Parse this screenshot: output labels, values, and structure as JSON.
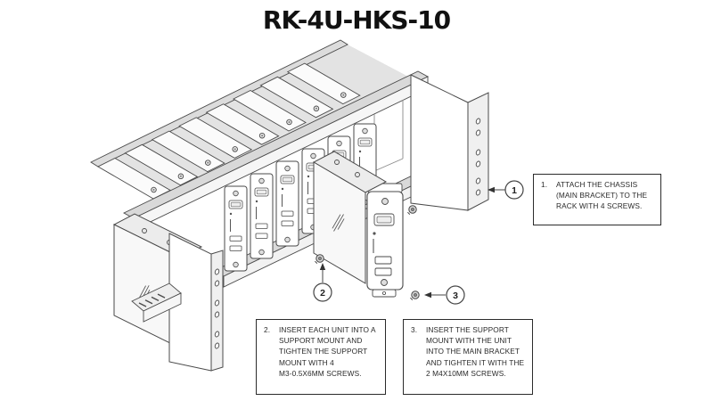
{
  "title": "RK-4U-HKS-10",
  "colors": {
    "line": "#4a4a4a",
    "shade_light": "#e3e3e3",
    "shade_mid": "#d9d9d9",
    "background": "#ffffff",
    "text": "#1a1a1a"
  },
  "callouts": [
    {
      "num": "1",
      "box_label": "1.",
      "lines": [
        "ATTACH THE CHASSIS",
        "(MAIN BRACKET) TO THE",
        "RACK WITH 4 SCREWS."
      ]
    },
    {
      "num": "2",
      "box_label": "2.",
      "lines": [
        "INSERT EACH UNIT INTO A",
        "SUPPORT MOUNT AND",
        "TIGHTEN THE SUPPORT",
        "MOUNT WITH 4",
        "M3-0.5X6MM SCREWS."
      ]
    },
    {
      "num": "3",
      "box_label": "3.",
      "lines": [
        "INSERT THE SUPPORT",
        "MOUNT WITH THE UNIT",
        "INTO THE MAIN BRACKET",
        "AND TIGHTEN IT WITH THE",
        "2 M4X10MM SCREWS."
      ]
    }
  ]
}
